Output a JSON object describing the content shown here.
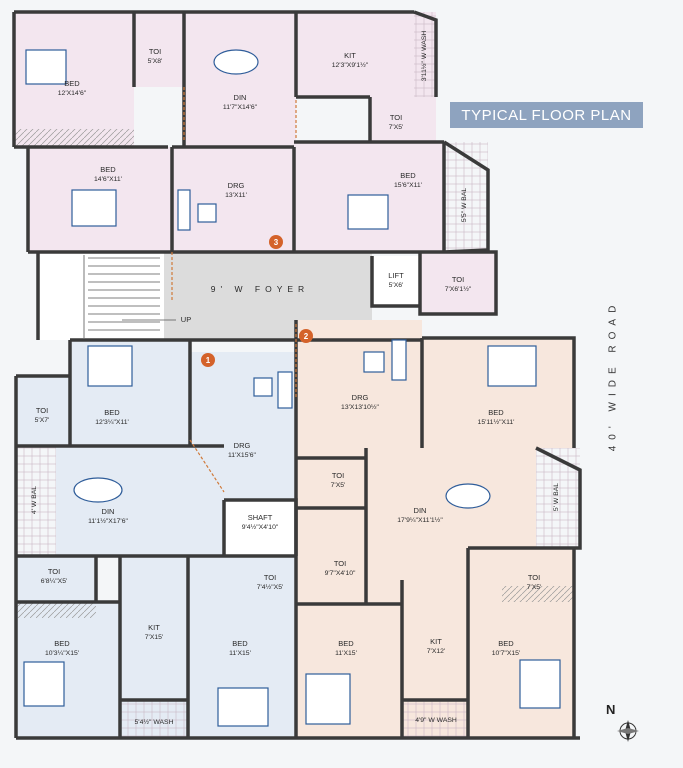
{
  "title": "TYPICAL FLOOR PLAN",
  "road_label": "40' WIDE ROAD",
  "north_label": "N",
  "markers": [
    "1",
    "2",
    "3"
  ],
  "rooms": [
    {
      "id": "bed-1",
      "name": "BED",
      "dim": "12'X14'6\""
    },
    {
      "id": "toi-1",
      "name": "TOI",
      "dim": "5'X8'"
    },
    {
      "id": "din-1",
      "name": "DIN",
      "dim": "11'7\"X14'6\""
    },
    {
      "id": "kit-1",
      "name": "KIT",
      "dim": "12'3\"X9'1½\""
    },
    {
      "id": "wash-1",
      "name": "",
      "dim": "3'11½\" W WASH"
    },
    {
      "id": "toi-2",
      "name": "TOI",
      "dim": "7'X5'"
    },
    {
      "id": "bed-2",
      "name": "BED",
      "dim": "14'6\"X11'"
    },
    {
      "id": "drg-1",
      "name": "DRG",
      "dim": "13'X11'"
    },
    {
      "id": "bed-3",
      "name": "BED",
      "dim": "15'6\"X11'"
    },
    {
      "id": "bal-1",
      "name": "",
      "dim": "5'5\" W BAL"
    },
    {
      "id": "foyer",
      "name": "",
      "dim": "9' W FOYER"
    },
    {
      "id": "up",
      "name": "UP",
      "dim": ""
    },
    {
      "id": "lift",
      "name": "LIFT",
      "dim": "5'X6'"
    },
    {
      "id": "toi-3",
      "name": "TOI",
      "dim": "7'X6'1½\""
    },
    {
      "id": "bed-4",
      "name": "BED",
      "dim": "12'3¼\"X11'"
    },
    {
      "id": "toi-4",
      "name": "TOI",
      "dim": "5'X7'"
    },
    {
      "id": "drg-2",
      "name": "DRG",
      "dim": "11'X15'6\""
    },
    {
      "id": "drg-3",
      "name": "DRG",
      "dim": "13'X13'10½\""
    },
    {
      "id": "bed-5",
      "name": "BED",
      "dim": "15'11½\"X11'"
    },
    {
      "id": "bal-2",
      "name": "",
      "dim": "4' W BAL"
    },
    {
      "id": "din-2",
      "name": "DIN",
      "dim": "11'1½\"X17'6\""
    },
    {
      "id": "shaft",
      "name": "SHAFT",
      "dim": "9'4½\"X4'10\""
    },
    {
      "id": "toi-5",
      "name": "TOI",
      "dim": "7'X5'"
    },
    {
      "id": "din-3",
      "name": "DIN",
      "dim": "17'9¼\"X11'1½\""
    },
    {
      "id": "bal-3",
      "name": "",
      "dim": "5' W BAL"
    },
    {
      "id": "toi-6",
      "name": "TOI",
      "dim": "6'8¼\"X5'"
    },
    {
      "id": "kit-2",
      "name": "KIT",
      "dim": "7'X15'"
    },
    {
      "id": "toi-7",
      "name": "TOI",
      "dim": "7'4½\"X5'"
    },
    {
      "id": "toi-8",
      "name": "TOI",
      "dim": "9'7\"X4'10\""
    },
    {
      "id": "toi-9",
      "name": "TOI",
      "dim": "7'X5'"
    },
    {
      "id": "bed-6",
      "name": "BED",
      "dim": "10'3¼\"X15'"
    },
    {
      "id": "bed-7",
      "name": "BED",
      "dim": "11'X15'"
    },
    {
      "id": "bed-8",
      "name": "BED",
      "dim": "11'X15'"
    },
    {
      "id": "kit-3",
      "name": "KIT",
      "dim": "7'X12'"
    },
    {
      "id": "bed-9",
      "name": "BED",
      "dim": "10'7\"X15'"
    },
    {
      "id": "wash-2",
      "name": "",
      "dim": "5'4½\" WASH"
    },
    {
      "id": "wash-3",
      "name": "",
      "dim": "4'9\" W WASH"
    }
  ]
}
